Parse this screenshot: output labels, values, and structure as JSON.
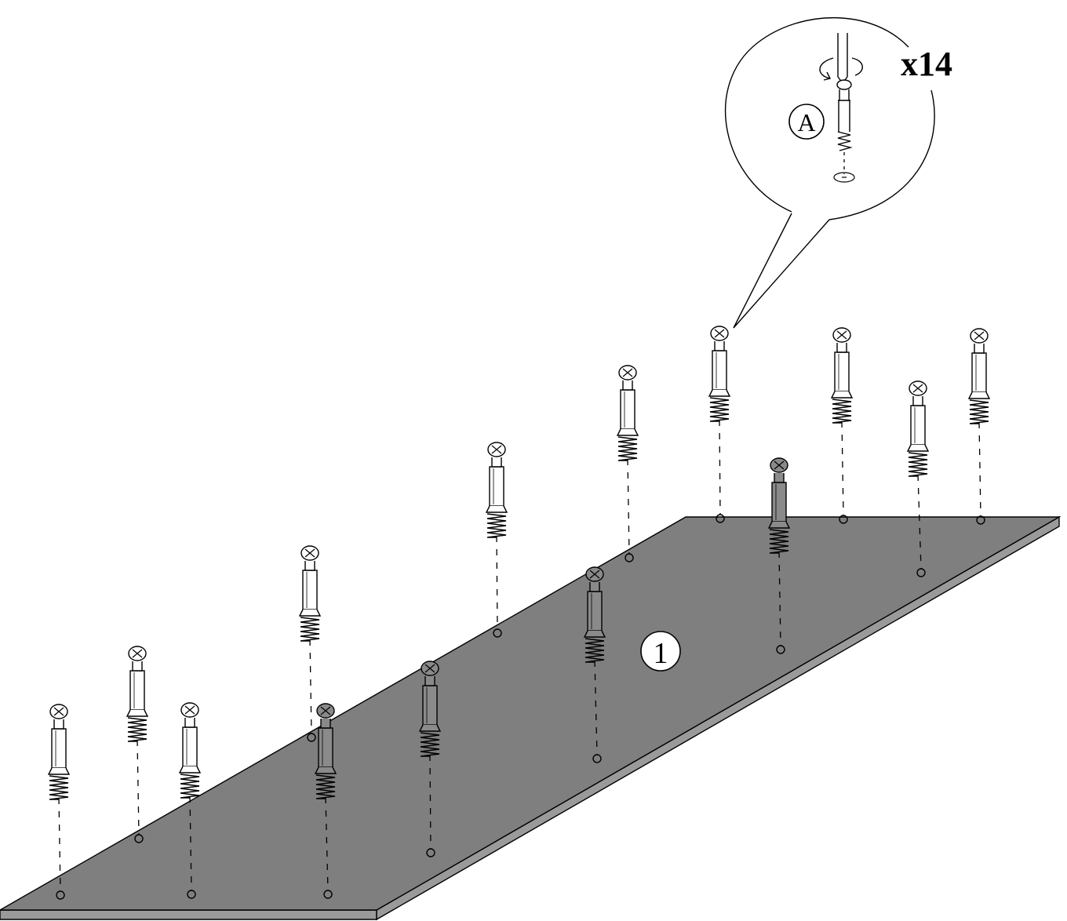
{
  "quantity_label": "x14",
  "part_label": "A",
  "panel_label": "1",
  "colors": {
    "panel_top": "#7f7f7f",
    "panel_edge": "#9a9a9a",
    "line": "#000000",
    "background": "#ffffff"
  },
  "icons": {
    "bolt": "cam-bolt-icon",
    "screwdriver": "screwdriver-icon",
    "rotation": "rotation-arrow-icon"
  },
  "bolt_count": 14
}
